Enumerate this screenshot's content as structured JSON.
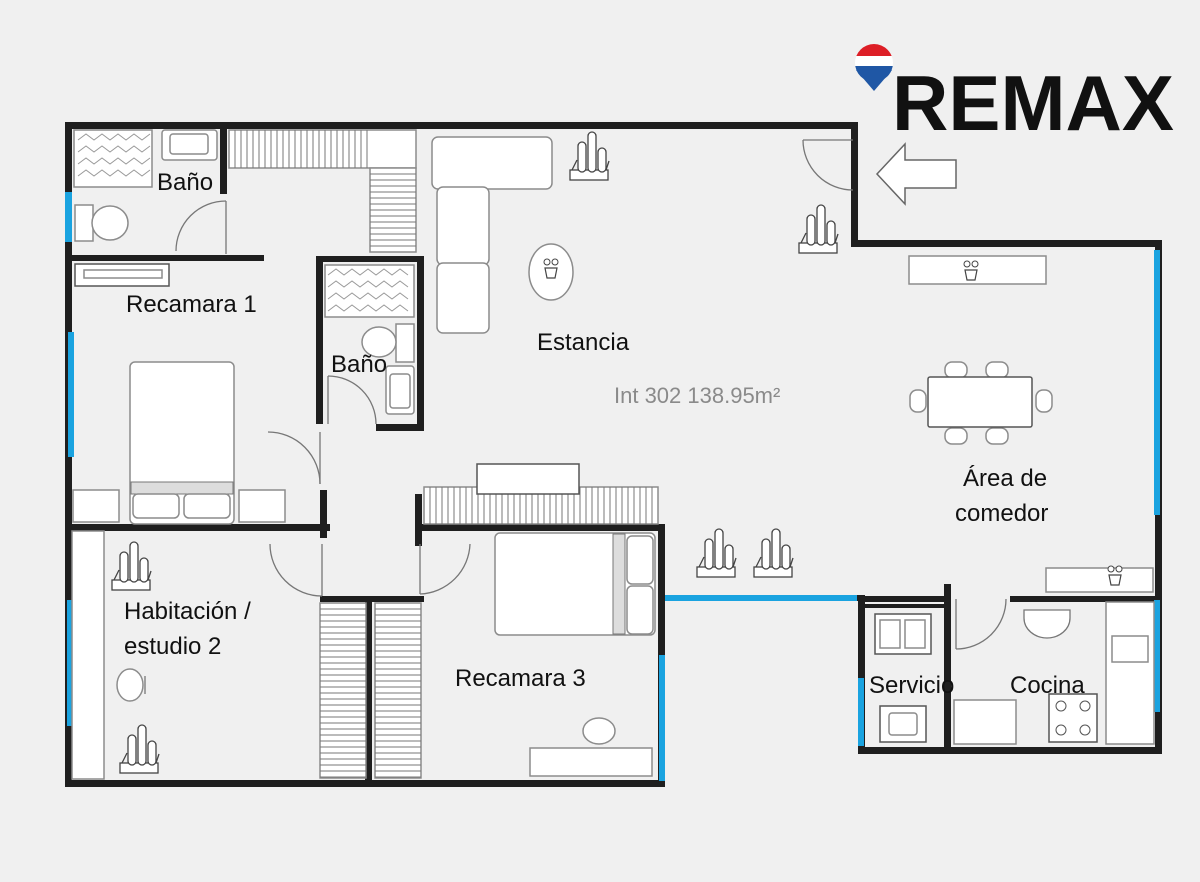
{
  "brand": {
    "name": "REMAX",
    "colors": {
      "red": "#dd1e26",
      "blue": "#1f57a5",
      "white": "#ffffff"
    }
  },
  "floorplan": {
    "area_label": "Int 302 138.95m²",
    "rooms": {
      "bano_1": "Baño",
      "recamara_1": "Recamara 1",
      "bano_2": "Baño",
      "estancia": "Estancia",
      "comedor_line1": "Área de",
      "comedor_line2": "comedor",
      "habitacion_line1": "Habitación /",
      "habitacion_line2": "estudio 2",
      "recamara_3": "Recamara 3",
      "servicio": "Servicio",
      "cocina": "Cocina"
    },
    "colors": {
      "wall": "#1f1f1f",
      "window": "#1aa3e0",
      "background": "#f0f0f0"
    },
    "icons": [
      "entrance-arrow-icon",
      "plant-icon",
      "flower-pot-icon",
      "door-swing-icon"
    ]
  }
}
